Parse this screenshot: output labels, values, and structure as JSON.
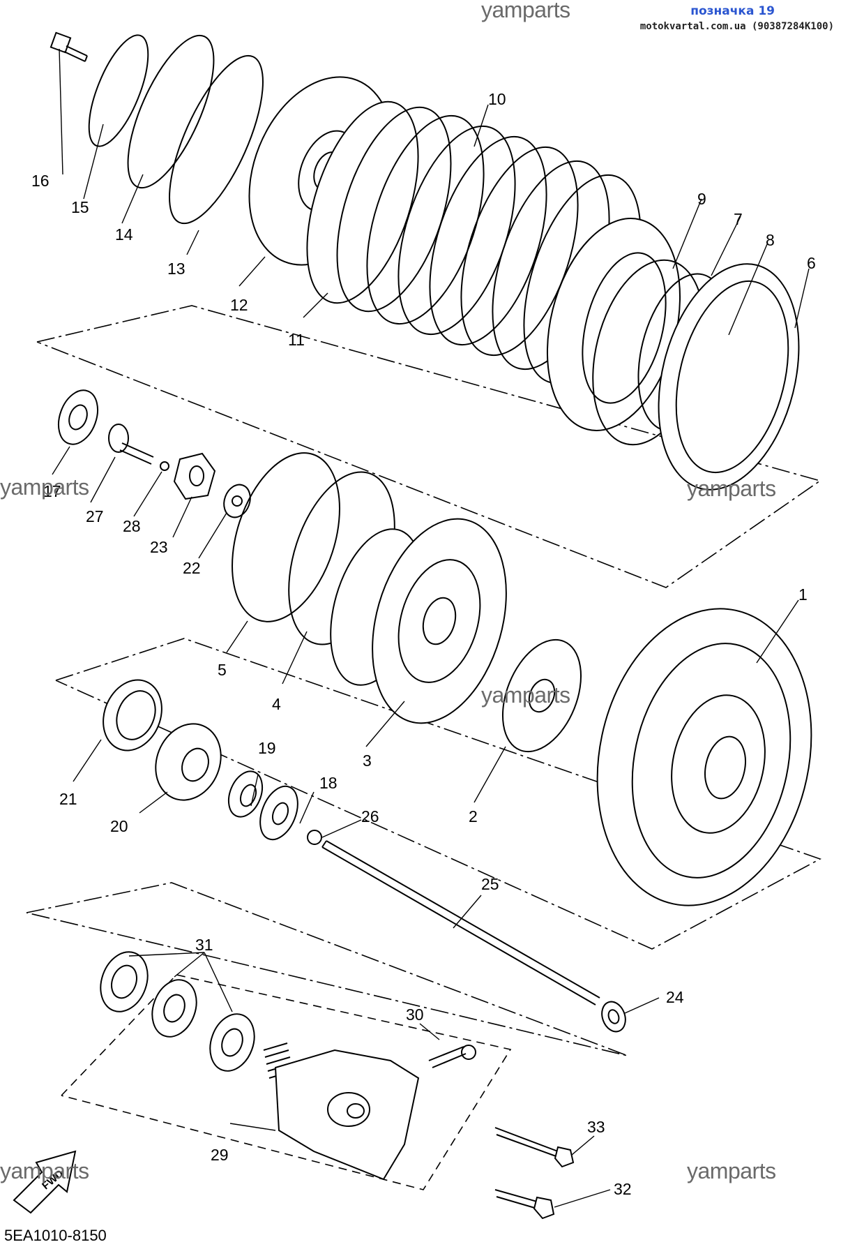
{
  "watermark": "yamparts",
  "badge": "позначка 19",
  "source": "motokvartal.com.ua (90387284K100)",
  "diagram_code": "5EA1010-8150",
  "fwd_label": "FWD",
  "part_labels": [
    "1",
    "2",
    "3",
    "4",
    "5",
    "6",
    "7",
    "8",
    "9",
    "10",
    "11",
    "12",
    "13",
    "14",
    "15",
    "16",
    "17",
    "18",
    "19",
    "20",
    "21",
    "22",
    "23",
    "24",
    "25",
    "26",
    "27",
    "28",
    "29",
    "30",
    "31",
    "32",
    "33"
  ]
}
